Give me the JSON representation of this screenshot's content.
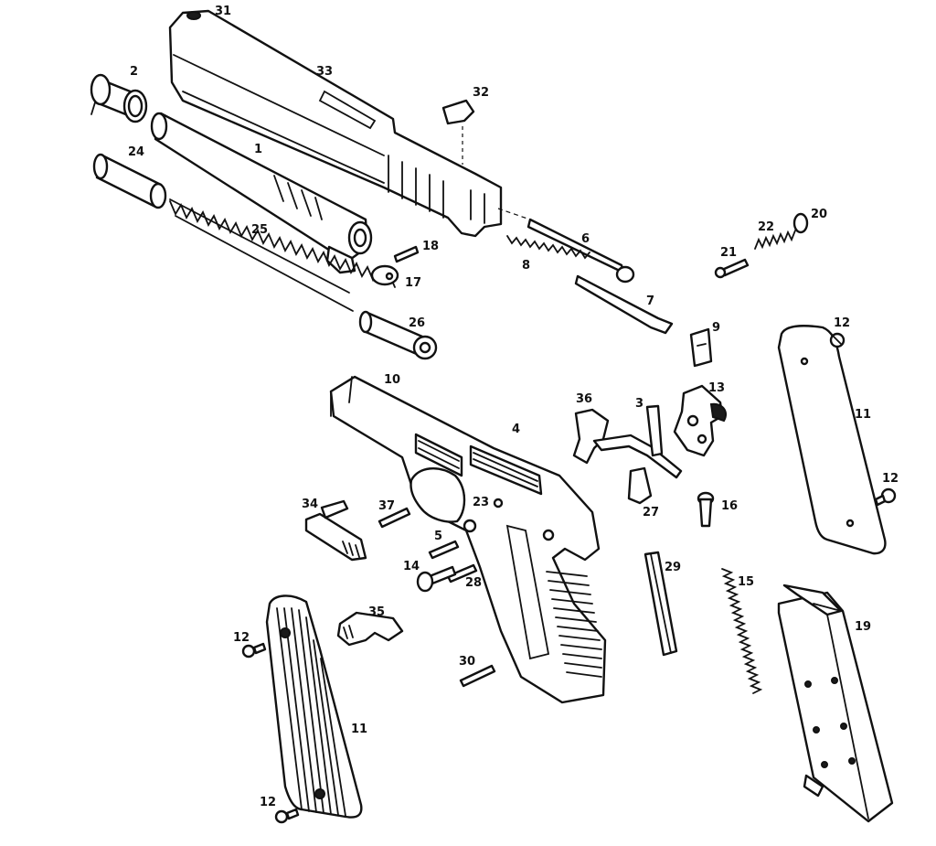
{
  "labels": {
    "l1": "1",
    "l2": "2",
    "l3": "3",
    "l4": "4",
    "l5": "5",
    "l6": "6",
    "l7": "7",
    "l8": "8",
    "l9": "9",
    "l10": "10",
    "l11a": "11",
    "l11b": "11",
    "l12a": "12",
    "l12b": "12",
    "l12c": "12",
    "l12d": "12",
    "l13": "13",
    "l14": "14",
    "l15": "15",
    "l16": "16",
    "l17": "17",
    "l18": "18",
    "l19": "19",
    "l20": "20",
    "l21": "21",
    "l22": "22",
    "l23": "23",
    "l24": "24",
    "l25": "25",
    "l26": "26",
    "l27": "27",
    "l28": "28",
    "l29": "29",
    "l30": "30",
    "l31": "31",
    "l32": "32",
    "l33": "33",
    "l34": "34",
    "l35": "35",
    "l36": "36",
    "l37": "37"
  },
  "colors": {
    "ink": "#111111",
    "paper": "#ffffff"
  }
}
